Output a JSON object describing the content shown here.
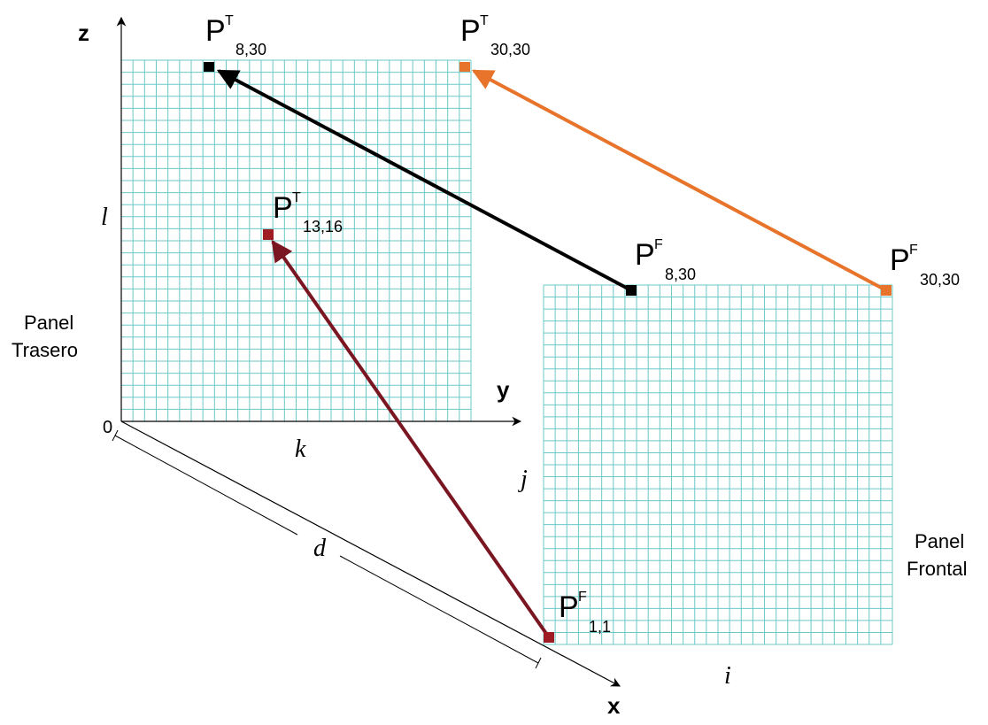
{
  "axes": {
    "x": "x",
    "y": "y",
    "z": "z",
    "origin": "0"
  },
  "dims": {
    "k": "k",
    "l": "l",
    "j": "j",
    "i": "i",
    "d": "d"
  },
  "panels": {
    "back": {
      "line1": "Panel",
      "line2": "Trasero"
    },
    "front": {
      "line1": "Panel",
      "line2": "Frontal"
    }
  },
  "points": {
    "t_8_30": {
      "base": "P",
      "sup": "T",
      "sub": "8,30"
    },
    "t_30_30": {
      "base": "P",
      "sup": "T",
      "sub": "30,30"
    },
    "t_13_16": {
      "base": "P",
      "sup": "T",
      "sub": "13,16"
    },
    "f_8_30": {
      "base": "P",
      "sup": "F",
      "sub": "8,30"
    },
    "f_30_30": {
      "base": "P",
      "sup": "F",
      "sub": "30,30"
    },
    "f_1_1": {
      "base": "P",
      "sup": "F",
      "sub": "1,1"
    }
  },
  "colors": {
    "grid": "#6cc8c8",
    "black_arrow": "#000000",
    "orange_arrow": "#e8732a",
    "darkred_arrow": "#7a1622",
    "darkred_marker": "#a01c24"
  }
}
